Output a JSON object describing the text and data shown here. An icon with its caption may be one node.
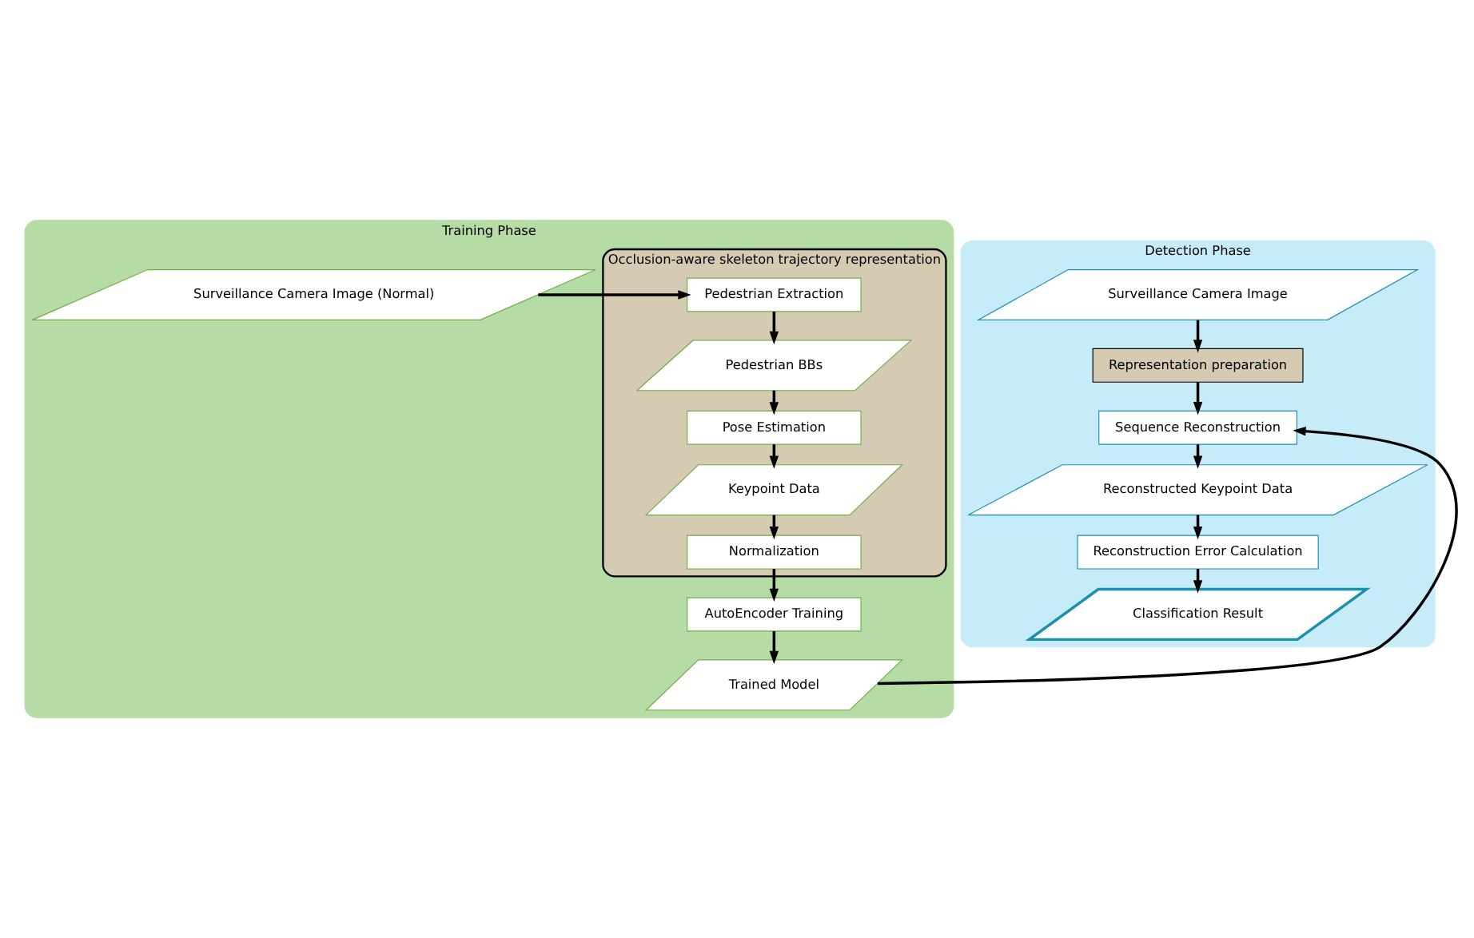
{
  "diagram": {
    "nodes": [
      {
        "text": [
          "Training Phase"
        ]
      },
      {
        "text": [
          "Surveillance Camera Image (Normal)"
        ],
        "in": 0
      },
      {
        "text": [
          "Occlusion-aware skeleton trajectory representation"
        ],
        "in": 0
      },
      {
        "text": [
          "Pedestrian Extraction"
        ],
        "in": 2
      },
      {
        "text": [
          "Pedestrian BBs"
        ],
        "in": 2
      },
      {
        "text": [
          "Pose Estimation"
        ],
        "in": 2
      },
      {
        "text": [
          "Keypoint Data"
        ],
        "in": 2
      },
      {
        "text": [
          "Normalization"
        ],
        "in": 2
      },
      {
        "text": [
          "AutoEncoder Training"
        ],
        "in": 0
      },
      {
        "text": [
          "Trained Model"
        ],
        "in": 0
      },
      {
        "text": [
          "Detection Phase"
        ]
      },
      {
        "text": [
          "Surveillance Camera Image"
        ],
        "in": 10
      },
      {
        "text": [
          "Representation preparation"
        ],
        "in": 10
      },
      {
        "text": [
          "Sequence Reconstruction"
        ],
        "in": 10
      },
      {
        "text": [
          "Reconstructed Keypoint Data"
        ],
        "in": 10
      },
      {
        "text": [
          "Reconstruction Error Calculation"
        ],
        "in": 10
      },
      {
        "text": [
          "Classification Result"
        ],
        "in": 10
      }
    ],
    "edges": [
      {
        "from": 1,
        "to": 3,
        "arrow": "to"
      },
      {
        "from": 3,
        "to": 4,
        "arrow": "to"
      },
      {
        "from": 4,
        "to": 5,
        "arrow": "to"
      },
      {
        "from": 5,
        "to": 6,
        "arrow": "to"
      },
      {
        "from": 6,
        "to": 7,
        "arrow": "to"
      },
      {
        "from": 7,
        "to": 8,
        "arrow": "to"
      },
      {
        "from": 8,
        "to": 9,
        "arrow": "to"
      },
      {
        "from": 9,
        "to": 13,
        "arrow": "to"
      },
      {
        "from": 11,
        "to": 12,
        "arrow": "to"
      },
      {
        "from": 12,
        "to": 13,
        "arrow": "to"
      },
      {
        "from": 13,
        "to": 14,
        "arrow": "to"
      },
      {
        "from": 14,
        "to": 15,
        "arrow": "to"
      },
      {
        "from": 15,
        "to": 16,
        "arrow": "to"
      }
    ]
  }
}
